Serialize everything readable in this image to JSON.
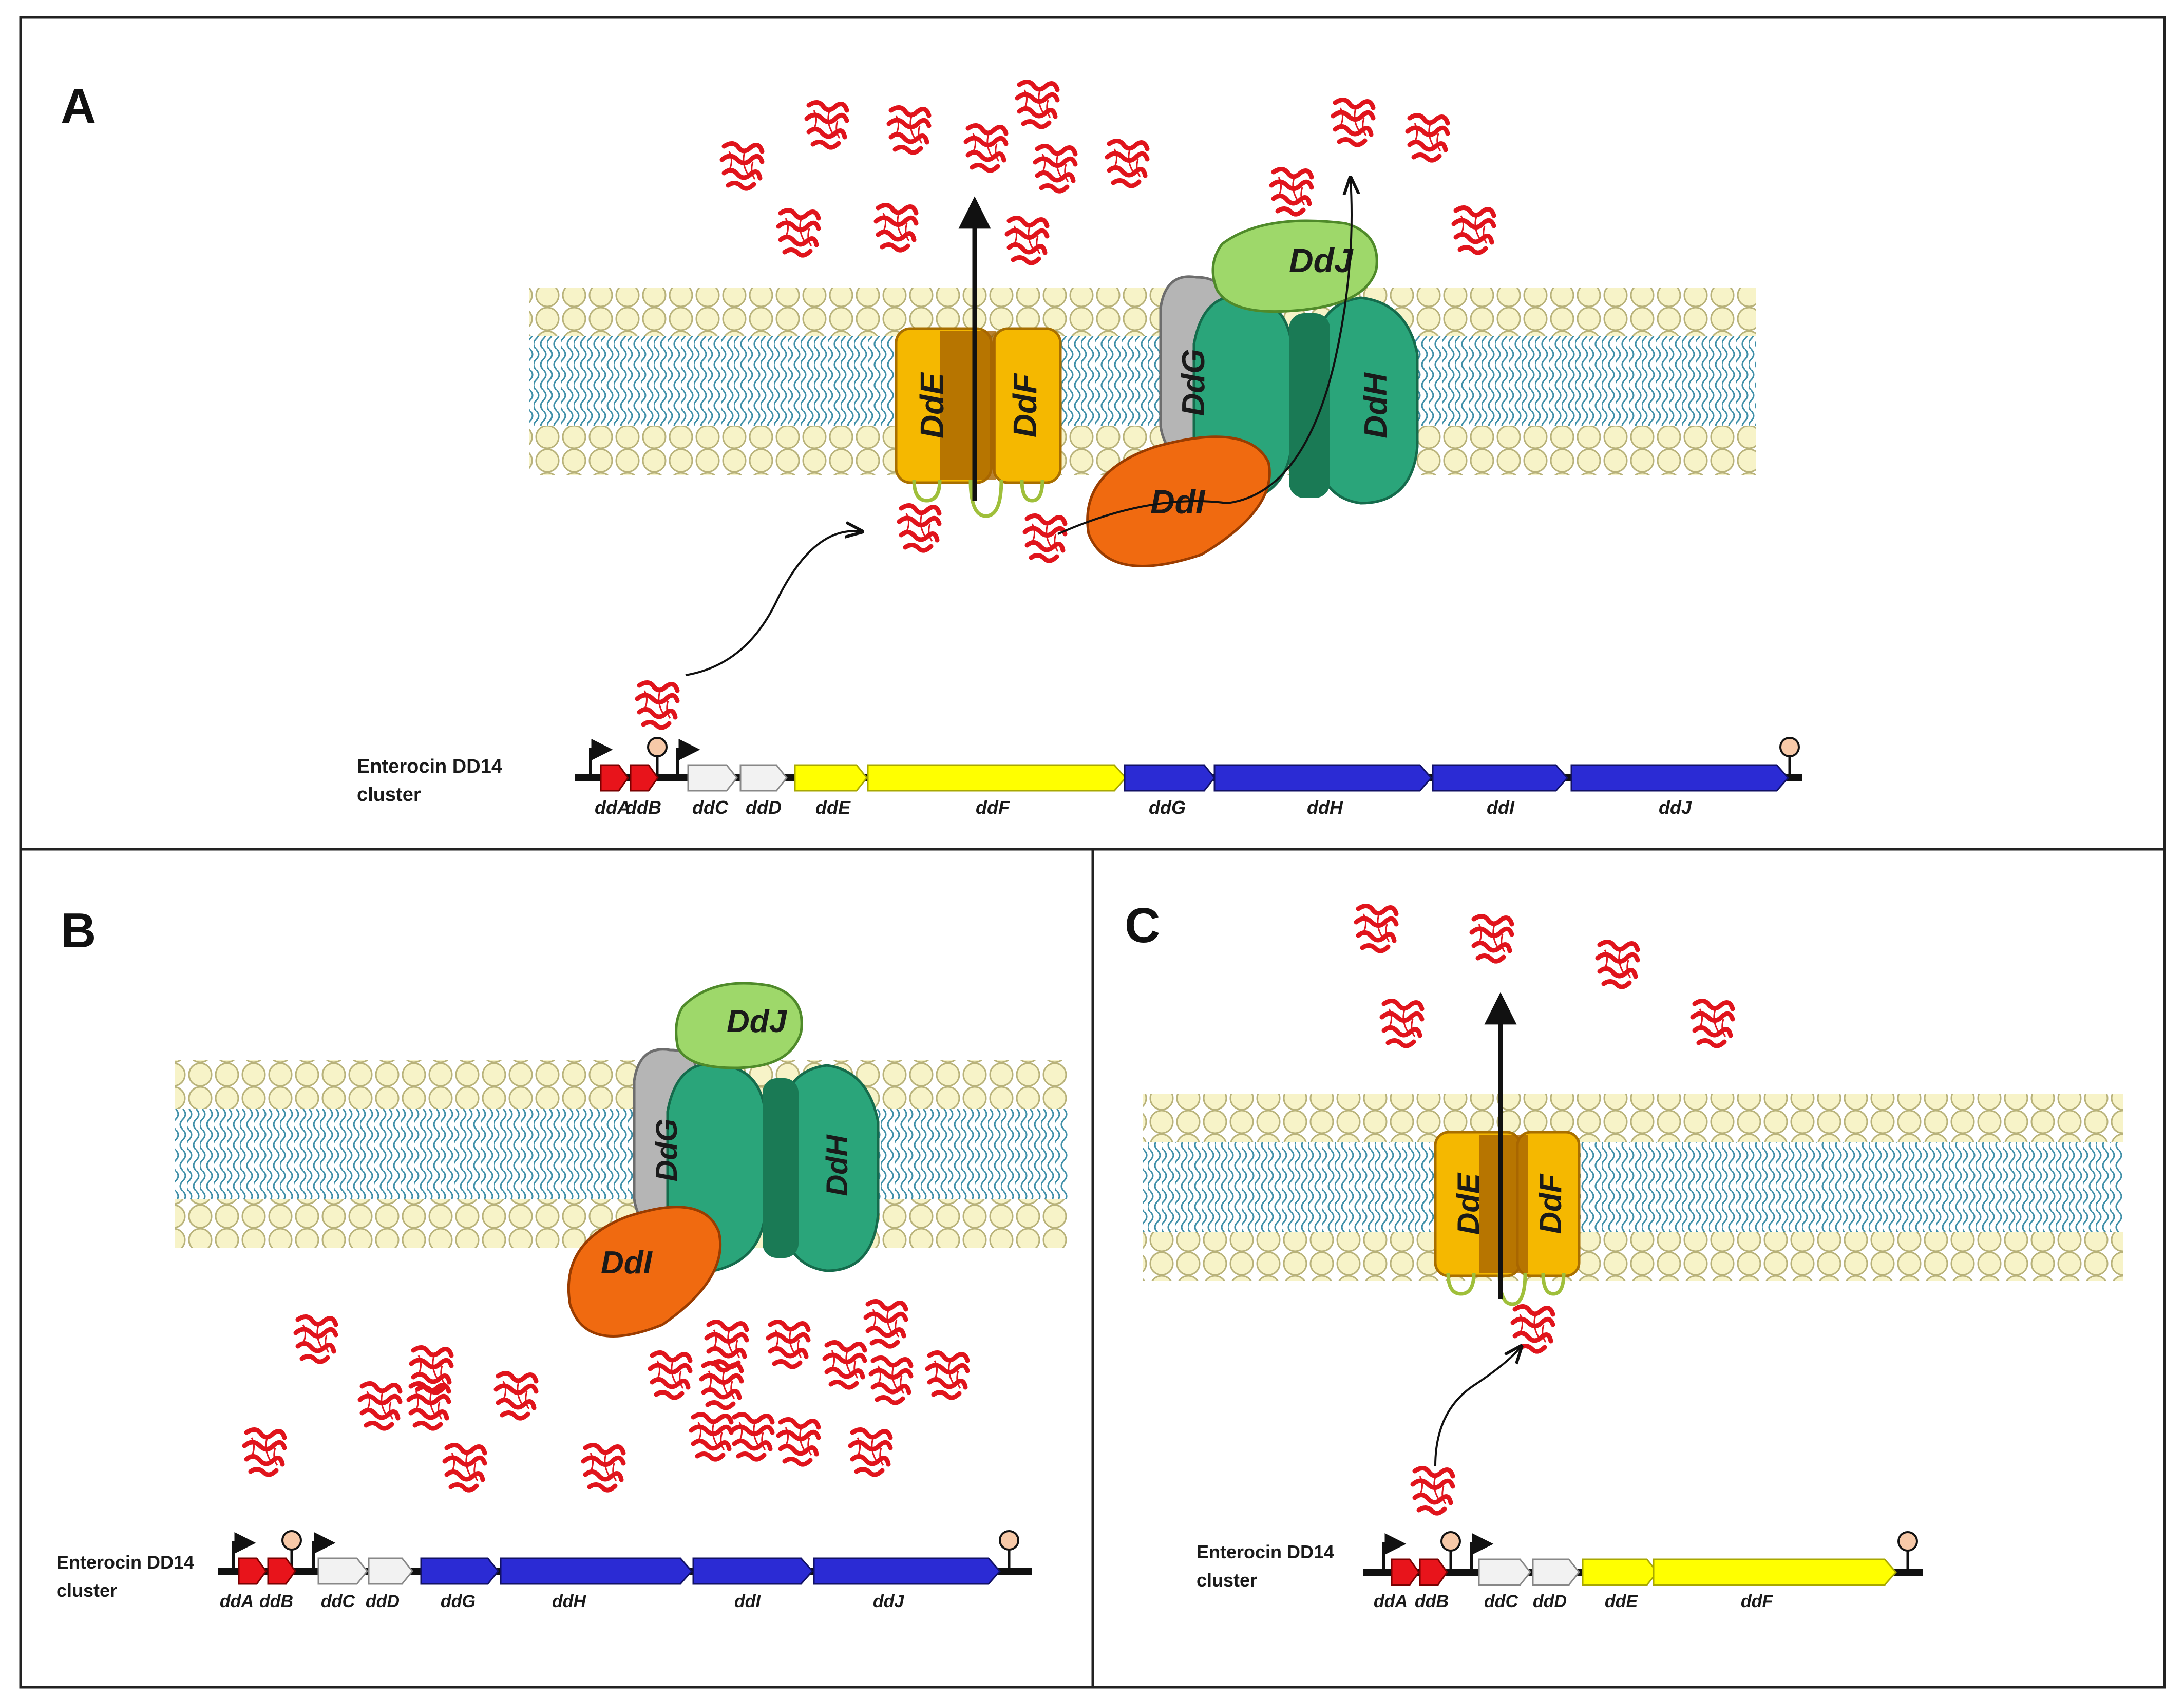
{
  "panels": {
    "a": {
      "letter": "A",
      "cluster_label_line1": "Enterocin DD14",
      "cluster_label_line2": "cluster",
      "genes": [
        "ddA",
        "ddB",
        "ddC",
        "ddD",
        "ddE",
        "ddF",
        "ddG",
        "ddH",
        "ddI",
        "ddJ"
      ]
    },
    "b": {
      "letter": "B",
      "cluster_label_line1": "Enterocin DD14",
      "cluster_label_line2": "cluster",
      "genes": [
        "ddA",
        "ddB",
        "ddC",
        "ddD",
        "ddG",
        "ddH",
        "ddI",
        "ddJ"
      ]
    },
    "c": {
      "letter": "C",
      "cluster_label_line1": "Enterocin DD14",
      "cluster_label_line2": "cluster",
      "genes": [
        "ddA",
        "ddB",
        "ddC",
        "ddD",
        "ddE",
        "ddF"
      ]
    }
  },
  "proteins": {
    "dde": "DdE",
    "ddf": "DdF",
    "ddg": "DdG",
    "ddh": "DdH",
    "ddi": "DdI",
    "ddj": "DdJ"
  },
  "colors": {
    "gene_red": "#e8141b",
    "gene_white": "#f2f2f2",
    "gene_yellow": "#ffff00",
    "gene_blue": "#2b2bd4",
    "transporter_yellow": "#f5b800",
    "ddh_green": "#2aa57a",
    "ddj_lightgreen": "#9ed86a",
    "ddi_orange": "#f06a10",
    "ddg_gray": "#b5b5b5",
    "lipid_head": "#f7f3c8",
    "lipid_tail": "#3f8fa8",
    "peptide_red": "#e0141c",
    "terminator": "#f7c9a8"
  }
}
